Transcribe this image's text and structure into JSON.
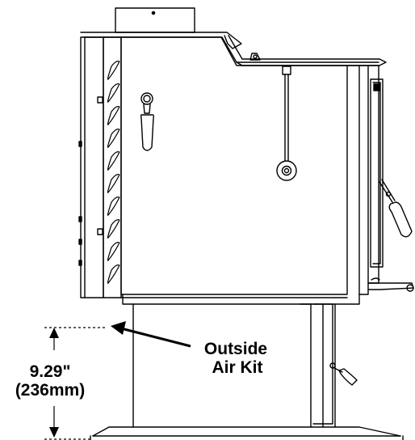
{
  "diagram": {
    "subject": "wood stove side elevation with pedestal and outside air kit",
    "callout": {
      "line1": "Outside",
      "line2": "Air Kit"
    },
    "dimension": {
      "imperial": "9.29\"",
      "metric": "(236mm)"
    },
    "colors": {
      "line": "#000000",
      "background": "#ffffff"
    }
  }
}
